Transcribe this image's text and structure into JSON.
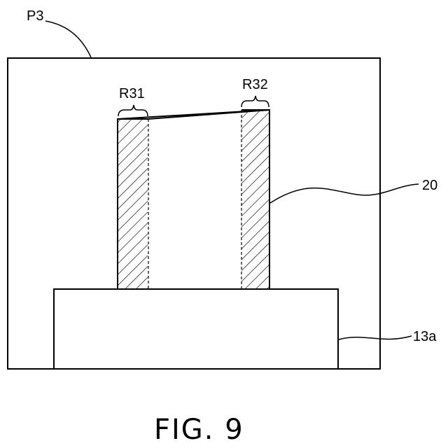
{
  "labels": {
    "outer_frame": "P3",
    "region_left": "R31",
    "region_right": "R32",
    "member": "20",
    "base": "13a"
  },
  "caption": "FIG. 9"
}
